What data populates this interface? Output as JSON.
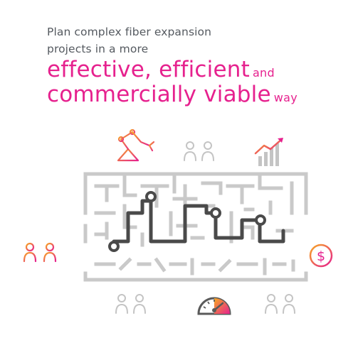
{
  "headline": {
    "line1": "Plan complex fiber expansion",
    "line2": "projects in a more",
    "emphasis1": "effective, efficient",
    "connector": "and",
    "emphasis2": "commercially viable",
    "trailer": "way"
  },
  "dollar_symbol": "$",
  "colors": {
    "magenta": "#e6218e",
    "orange": "#f5a623",
    "gray_text": "#555a60",
    "maze_gray": "#c8c8c8",
    "path_dark": "#4a4a4a"
  },
  "icons": [
    "robot-arm-icon",
    "people-icon",
    "growth-chart-icon",
    "dollar-coin-icon",
    "speedometer-icon"
  ]
}
